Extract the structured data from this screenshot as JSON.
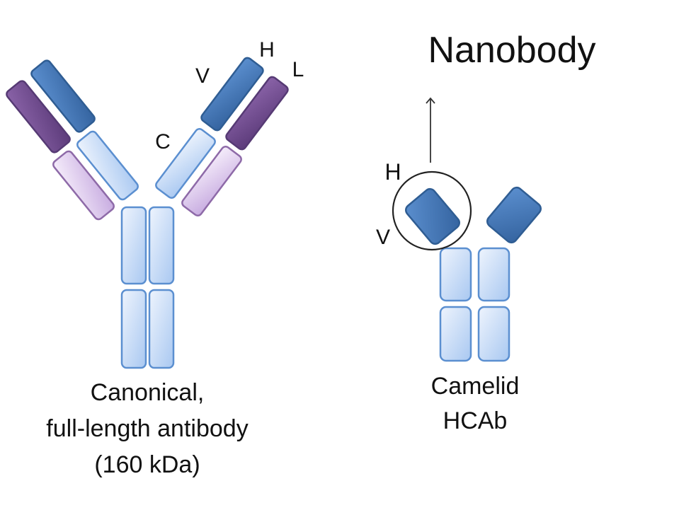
{
  "title": "Nanobody",
  "antibody": {
    "caption_line1": "Canonical,",
    "caption_line2": "full-length antibody",
    "caption_line3": "(160 kDa)",
    "label_v": "V",
    "label_c": "C",
    "label_h": "H",
    "label_l": "L"
  },
  "hcab": {
    "caption_line1": "Camelid",
    "caption_line2": "HCAb",
    "label_h": "H",
    "label_v": "V"
  },
  "colors": {
    "heavy_variable": "#3e72b4",
    "light_variable": "#6f4a8f",
    "heavy_constant": "#c9dcf7",
    "light_constant": "#dcc8ec"
  }
}
